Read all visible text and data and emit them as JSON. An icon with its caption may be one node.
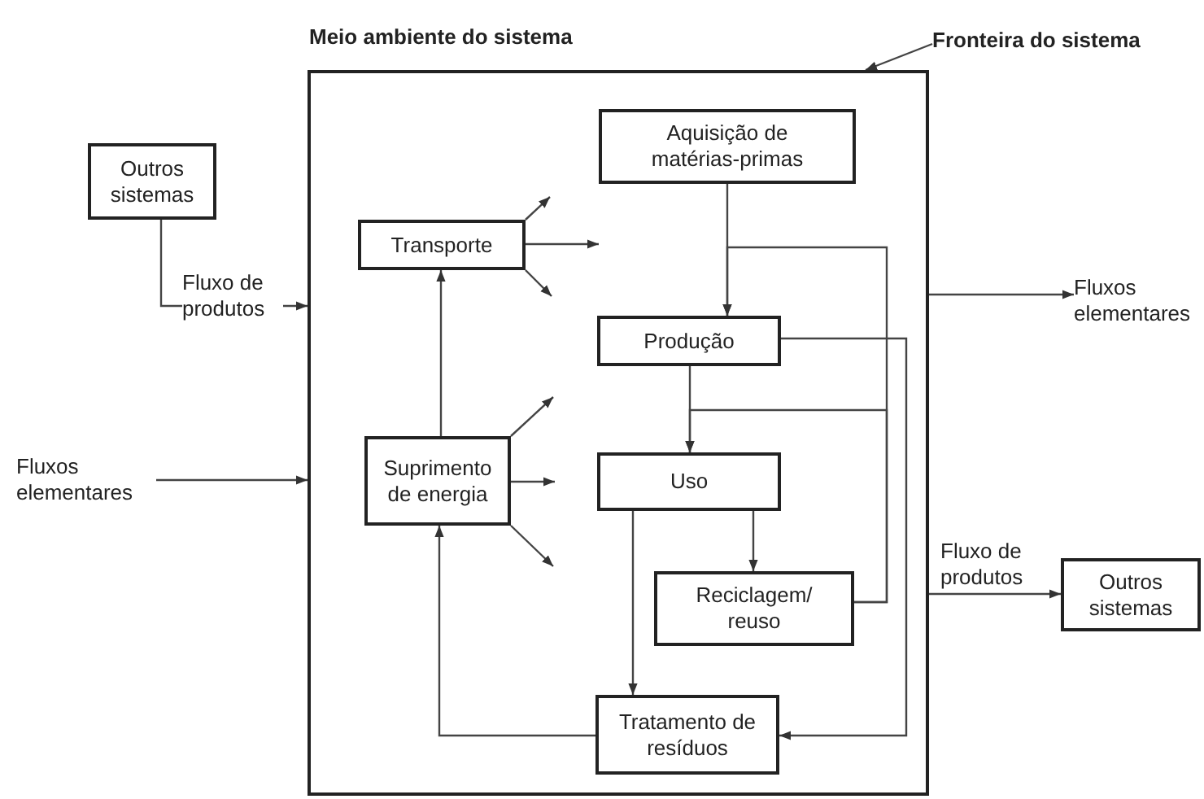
{
  "diagram": {
    "nodes": [
      {
        "text": [],
        "shape": "box"
      },
      {
        "text": [
          "Aquisição de matérias-primas"
        ],
        "in": 0
      },
      {
        "text": [
          "Transporte"
        ],
        "in": 0
      },
      {
        "text": [
          "Produção"
        ],
        "in": 0
      },
      {
        "text": [
          "Suprimento de energia"
        ],
        "in": 0
      },
      {
        "text": [
          "Uso"
        ],
        "in": 0
      },
      {
        "text": [
          "Reciclagem/ reuso"
        ],
        "in": 0
      },
      {
        "text": [
          "Tratamento de resíduos"
        ],
        "in": 0
      },
      {
        "text": [
          "Outros sistemas"
        ]
      },
      {
        "text": [
          "Outros sistemas"
        ]
      },
      {
        "text": [
          "Fluxos elementares"
        ]
      },
      {
        "text": [
          "Fluxos elementares"
        ]
      },
      {
        "text": [
          "Fronteira do sistema"
        ]
      }
    ],
    "edges": [
      {
        "from": 12,
        "to": 0,
        "arrow": "to"
      },
      {
        "from": 8,
        "to": 0,
        "arrow": "to",
        "label": "Fluxo de produtos"
      },
      {
        "from": 10,
        "to": 0,
        "arrow": "to"
      },
      {
        "from": 0,
        "to": 11,
        "arrow": "to"
      },
      {
        "from": 0,
        "to": 9,
        "arrow": "to",
        "label": "Fluxo de produtos"
      },
      {
        "from": 1,
        "to": 3,
        "arrow": "to"
      },
      {
        "from": 3,
        "to": 5,
        "arrow": "to"
      },
      {
        "from": 5,
        "to": 6,
        "arrow": "to"
      },
      {
        "from": 5,
        "to": 7,
        "arrow": "to"
      },
      {
        "from": 6,
        "to": 3,
        "arrow": "to"
      },
      {
        "from": 6,
        "to": 5,
        "arrow": "to"
      },
      {
        "from": 3,
        "to": 7,
        "arrow": "to"
      },
      {
        "from": 7,
        "to": 4,
        "arrow": "to"
      },
      {
        "from": 4,
        "to": 2,
        "arrow": "to"
      },
      {
        "from": 2,
        "to": null,
        "arrow": "to"
      },
      {
        "from": 2,
        "to": null,
        "arrow": "to"
      },
      {
        "from": 2,
        "to": null,
        "arrow": "to"
      },
      {
        "from": 4,
        "to": null,
        "arrow": "to"
      },
      {
        "from": 4,
        "to": null,
        "arrow": "to"
      },
      {
        "from": 4,
        "to": null,
        "arrow": "to"
      }
    ],
    "labels": [
      "Meio ambiente do sistema"
    ]
  }
}
